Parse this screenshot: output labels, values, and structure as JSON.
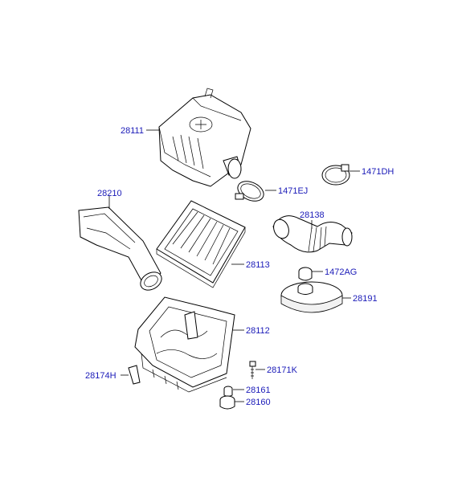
{
  "diagram": {
    "parts": [
      {
        "id": "p28111",
        "number": "28111"
      },
      {
        "id": "p1471EJ",
        "number": "1471EJ"
      },
      {
        "id": "p1471DH",
        "number": "1471DH"
      },
      {
        "id": "p28210",
        "number": "28210"
      },
      {
        "id": "p28138",
        "number": "28138"
      },
      {
        "id": "p28113",
        "number": "28113"
      },
      {
        "id": "p1472AG",
        "number": "1472AG"
      },
      {
        "id": "p28191",
        "number": "28191"
      },
      {
        "id": "p28112",
        "number": "28112"
      },
      {
        "id": "p28171K",
        "number": "28171K"
      },
      {
        "id": "p28174H",
        "number": "28174H"
      },
      {
        "id": "p28161",
        "number": "28161"
      },
      {
        "id": "p28160",
        "number": "28160"
      }
    ],
    "colors": {
      "label": "#1a1ab8",
      "line": "#000000",
      "background": "#ffffff"
    }
  }
}
